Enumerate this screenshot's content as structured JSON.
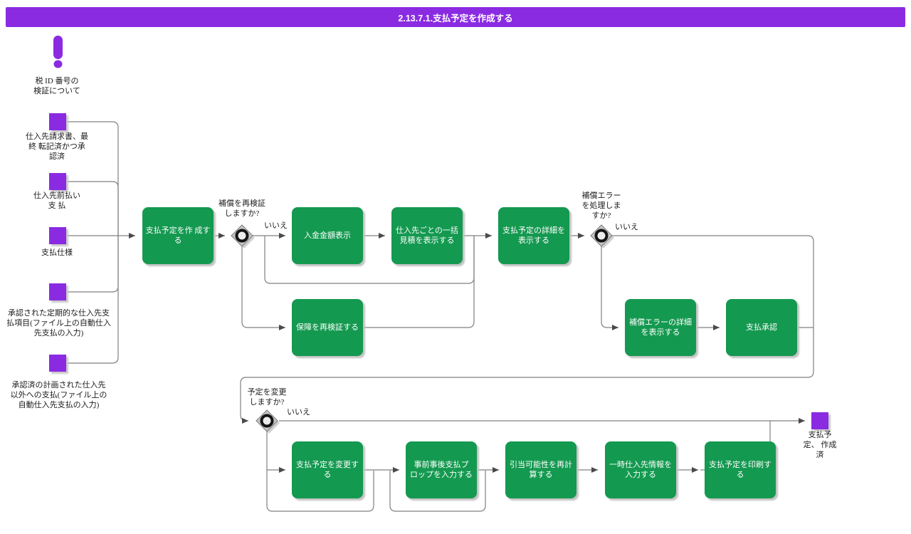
{
  "title": "2.13.7.1.支払予定を作成する",
  "colors": {
    "purple": "#8A2BE2",
    "green": "#149950",
    "line": "#808080",
    "arrow": "#4a4a4a"
  },
  "note": {
    "label": "税 ID 番号の\n検証について"
  },
  "start_events": [
    {
      "label": "仕入先請求書、最\n終 転記済かつ承\n認済"
    },
    {
      "label": "仕入先前払い\n支 払"
    },
    {
      "label": "支払仕様"
    },
    {
      "label": "承認された定期的な仕入先支\n払項目(ファイル上の自動仕入\n先支払の入力)"
    },
    {
      "label": "承認済の計画された仕入先\n以外への支払(ファイル上の\n自動仕入先支払の入力)"
    }
  ],
  "tasks": {
    "create_schedule": "支払予定を作 成す\nる",
    "display_deposit": "入金金額表示",
    "display_batch_estimate": "仕入先ごとの一括\n見積を表示する",
    "display_schedule_details": "支払予定の詳細を\n表示する",
    "revalidate_guarantee": "保障を再検証する",
    "display_error_details": "補償エラーの詳細\nを表示する",
    "payment_approval": "支払承認",
    "change_schedule": "支払予定を変更す\nる",
    "enter_prop": "事前事後支払プ\nロップを入力する",
    "recalculate": "引当可能性を再計\n算する",
    "enter_temp_supplier": "一時仕入先情報を\n入力する",
    "print_schedule": "支払予定を印刷す\nる"
  },
  "gateways": {
    "revalidate_comp": {
      "label": "補償を再検証\nしますか?",
      "no": "いいえ"
    },
    "process_error": {
      "label": "補償エラー\nを処理しま\nすか?",
      "no": "いいえ"
    },
    "change_plan": {
      "label": "予定を変更\nしますか?",
      "no": "いいえ"
    }
  },
  "end_event": {
    "label": "支払予\n定、 作成\n済"
  }
}
